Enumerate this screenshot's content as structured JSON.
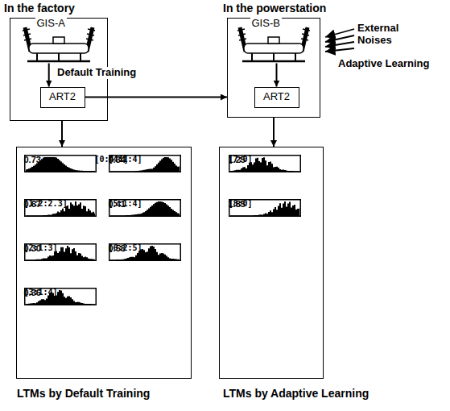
{
  "diagram": {
    "nodes": [
      {
        "text": [
          "In the factory"
        ]
      },
      {
        "text": [
          "GIS-A"
        ],
        "in": 0
      },
      {
        "text": [
          "ART2"
        ],
        "in": 0
      },
      {
        "text": [
          "In the powerstation"
        ]
      },
      {
        "text": [
          "GIS-B"
        ],
        "in": 3
      },
      {
        "text": [
          "ART2"
        ],
        "in": 3
      },
      {
        "text": [
          "LTMs by Default Training"
        ]
      },
      {
        "text": [
          "[0:4:1]",
          "0.73"
        ],
        "in": 6
      },
      {
        "text": [
          "[1:2:2.3]",
          "0.67"
        ],
        "in": 6
      },
      {
        "text": [
          "[2:1:3]",
          "0.30"
        ],
        "in": 6
      },
      {
        "text": [
          "[3:1:4]",
          "0.36"
        ],
        "in": 6
      },
      {
        "text": [
          "[4:1:4]",
          "0.34"
        ],
        "in": 6
      },
      {
        "text": [
          "[5:1:4]",
          "0.41"
        ],
        "in": 6
      },
      {
        "text": [
          "[6:2:5]",
          "0.58"
        ],
        "in": 6
      },
      {
        "text": [
          "LTMs by Adaptive Learning"
        ]
      },
      {
        "text": [
          "[7:0]",
          "1.25"
        ],
        "in": 14
      },
      {
        "text": [
          "[8:0]",
          "1.85"
        ],
        "in": 14
      }
    ],
    "edges": [
      {
        "from": 1,
        "to": 2,
        "arrow": "to",
        "label": "Default Training"
      },
      {
        "from": 4,
        "to": 5,
        "arrow": "to"
      },
      {
        "from": 2,
        "to": 3,
        "arrow": "to"
      },
      {
        "from": 0,
        "to": 6,
        "arrow": "to"
      },
      {
        "from": 3,
        "to": 14,
        "arrow": "to"
      }
    ],
    "labels": [
      "External Noises",
      "Adaptive Learning"
    ]
  }
}
